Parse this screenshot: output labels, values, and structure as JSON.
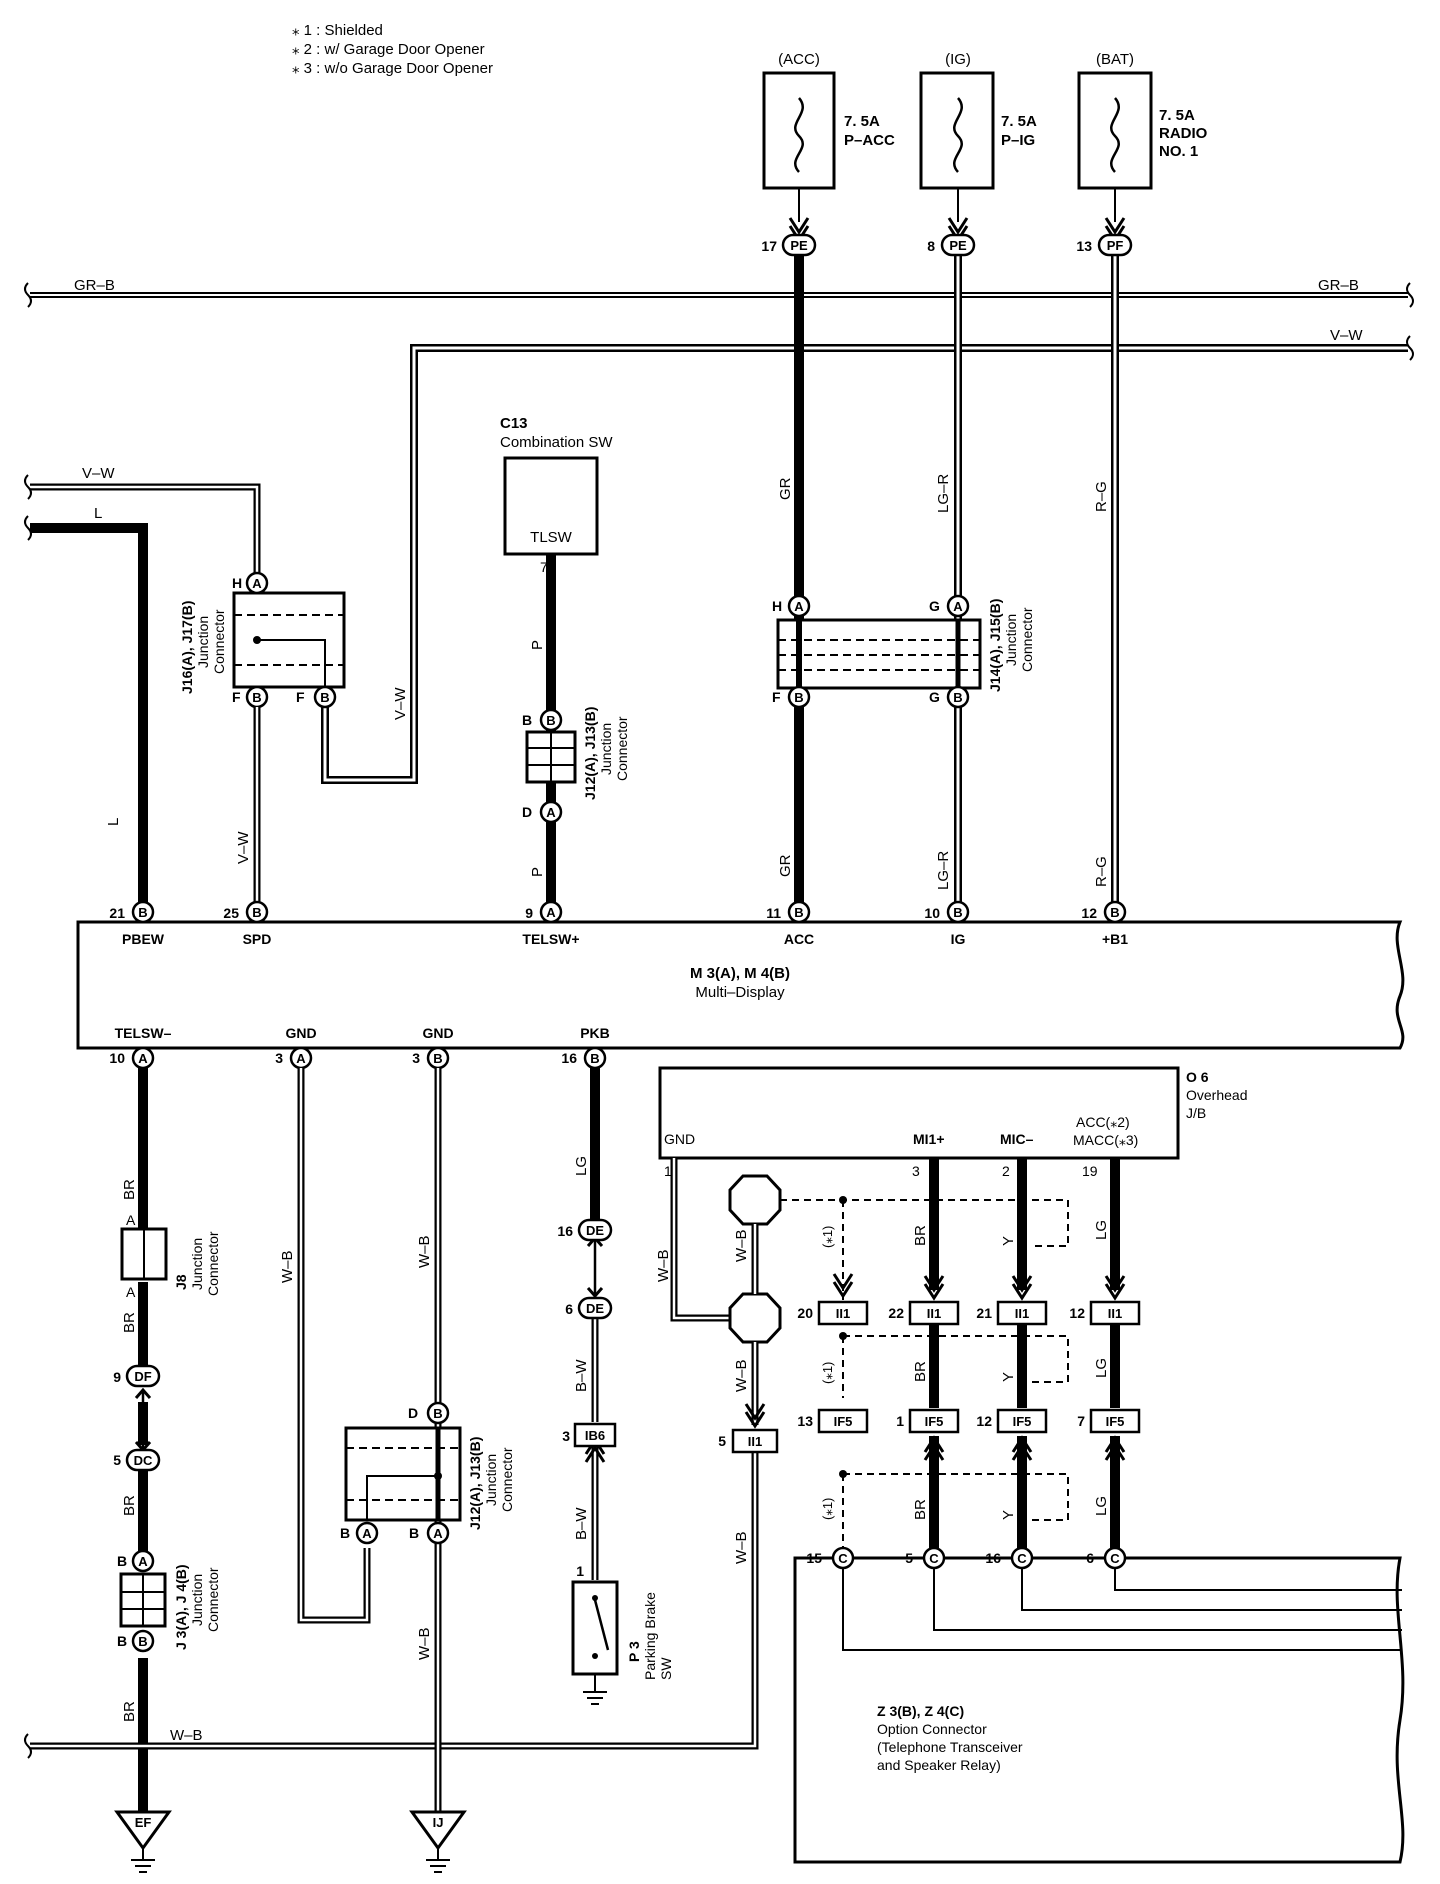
{
  "notes": [
    "⁎ 1 : Shielded",
    "⁎ 2 : w/ Garage Door Opener",
    "⁎ 3 : w/o Garage Door Opener"
  ],
  "fuses": [
    {
      "label": "(ACC)",
      "rating": "7. 5A",
      "name": "P–ACC",
      "name2": "",
      "pin_no": "17",
      "connector": "PE",
      "wire": "GR"
    },
    {
      "label": "(IG)",
      "rating": "7. 5A",
      "name": "P–IG",
      "name2": "",
      "pin_no": "8",
      "connector": "PE",
      "wire": "LG–R"
    },
    {
      "label": "(BAT)",
      "rating": "7. 5A",
      "name": "RADIO",
      "name2": "NO. 1",
      "pin_no": "13",
      "connector": "PF",
      "wire": "R–G"
    }
  ],
  "bus_wires": {
    "top_left": "GR–B",
    "top_right": "GR–B",
    "second_right": "V–W",
    "left_vw": "V–W",
    "left_l": "L",
    "bottom_wb": "W–B"
  },
  "combination_sw": {
    "code": "C13",
    "name": "Combination SW",
    "terminal": "TLSW",
    "pin_no": "7"
  },
  "j16": {
    "code": "J16(A), J17(B)",
    "line1": "Junction",
    "line2": "Connector",
    "pin_h": "H",
    "pin_f1": "F",
    "pin_f2": "F",
    "conn_a": "A",
    "conn_b": "B"
  },
  "j12_top": {
    "code": "J12(A), J13(B)",
    "line1": "Junction",
    "line2": "Connector",
    "pin_b": "B",
    "pin_d": "D"
  },
  "j14": {
    "code": "J14(A), J15(B)",
    "line1": "Junction",
    "line2": "Connector",
    "pin_h": "H",
    "pin_g": "G",
    "pin_f": "F",
    "pin_g2": "G"
  },
  "upper_wire_labels": {
    "l": "L",
    "vw": "V–W",
    "vw2": "V–W",
    "p1": "P",
    "p2": "P",
    "gr1": "GR",
    "gr2": "GR",
    "lgr1": "LG–R",
    "lgr2": "LG–R",
    "rg1": "R–G",
    "rg2": "R–G"
  },
  "multi_display": {
    "code": "M 3(A), M 4(B)",
    "name": "Multi–Display",
    "top_pins": [
      {
        "no": "21",
        "conn": "B",
        "name": "PBEW"
      },
      {
        "no": "25",
        "conn": "B",
        "name": "SPD"
      },
      {
        "no": "9",
        "conn": "A",
        "name": "TELSW+"
      },
      {
        "no": "11",
        "conn": "B",
        "name": "ACC"
      },
      {
        "no": "10",
        "conn": "B",
        "name": "IG"
      },
      {
        "no": "12",
        "conn": "B",
        "name": "+B1"
      }
    ],
    "bottom_pins": [
      {
        "no": "10",
        "conn": "A",
        "name": "TELSW–"
      },
      {
        "no": "3",
        "conn": "A",
        "name": "GND"
      },
      {
        "no": "3",
        "conn": "B",
        "name": "GND"
      },
      {
        "no": "16",
        "conn": "B",
        "name": "PKB"
      }
    ]
  },
  "overhead_jb": {
    "code": "O 6",
    "line1": "Overhead",
    "line2": "J/B",
    "terminals": [
      {
        "name": "GND",
        "no": "1"
      },
      {
        "name": "MI1+",
        "no": "3"
      },
      {
        "name": "MIC–",
        "no": "2"
      },
      {
        "name": "ACC(⁎2)",
        "name2": "MACC(⁎3)",
        "no": "19"
      }
    ]
  },
  "j8": {
    "code": "J8",
    "line1": "Junction",
    "line2": "Connector",
    "pin_a1": "A",
    "pin_a2": "A"
  },
  "df_dc": {
    "df_no": "9",
    "df": "DF",
    "dc_no": "5",
    "dc": "DC"
  },
  "j3": {
    "code": "J 3(A), J 4(B)",
    "line1": "Junction",
    "line2": "Connector",
    "pin_b1": "B",
    "pin_b2": "B",
    "conn_a": "A",
    "conn_b": "B"
  },
  "j12_bottom": {
    "code": "J12(A), J13(B)",
    "line1": "Junction",
    "line2": "Connector",
    "pin_d": "D",
    "pin_b1": "B",
    "pin_b2": "B",
    "conn_b": "B",
    "conn_a1": "A",
    "conn_a2": "A"
  },
  "pkb_path": {
    "de1_no": "16",
    "de1": "DE",
    "de2_no": "6",
    "de2": "DE",
    "ib_no": "3",
    "ib": "IB6",
    "sw_pin": "1",
    "sw_code": "P 3",
    "sw_line1": "Parking Brake",
    "sw_line2": "SW"
  },
  "lower_wire_labels": {
    "br1": "BR",
    "br2": "BR",
    "br3": "BR",
    "br4": "BR",
    "wb1": "W–B",
    "wb2": "W–B",
    "wb3": "W–B",
    "lg": "LG",
    "bw1": "B–W",
    "bw2": "B–W",
    "wb_gnd": "W–B",
    "wb_oct": "W–B",
    "wb_oct2": "W–B",
    "wb_ii": "W–B"
  },
  "ii1_row": [
    {
      "no": "20",
      "conn": "II1"
    },
    {
      "no": "22",
      "conn": "II1"
    },
    {
      "no": "21",
      "conn": "II1"
    },
    {
      "no": "12",
      "conn": "II1"
    }
  ],
  "if5_row": [
    {
      "no": "13",
      "conn": "IF5"
    },
    {
      "no": "1",
      "conn": "IF5"
    },
    {
      "no": "12",
      "conn": "IF5"
    },
    {
      "no": "7",
      "conn": "IF5"
    }
  ],
  "ii1_gnd": {
    "no": "5",
    "conn": "II1"
  },
  "c_row": [
    {
      "no": "15",
      "conn": "C"
    },
    {
      "no": "5",
      "conn": "C"
    },
    {
      "no": "16",
      "conn": "C"
    },
    {
      "no": "6",
      "conn": "C"
    }
  ],
  "shield_wire_labels": {
    "s1": "(⁎1)",
    "s2": "(⁎1)",
    "s3": "(⁎1)",
    "br1": "BR",
    "br2": "BR",
    "br3": "BR",
    "y1": "Y",
    "y2": "Y",
    "y3": "Y",
    "lg1": "LG",
    "lg2": "LG",
    "lg3": "LG"
  },
  "option_connector": {
    "code": "Z 3(B), Z 4(C)",
    "line1": "Option Connector",
    "line2": "(Telephone Transceiver",
    "line3": " and Speaker Relay)"
  },
  "grounds": [
    {
      "label": "EF"
    },
    {
      "label": "IJ"
    }
  ]
}
